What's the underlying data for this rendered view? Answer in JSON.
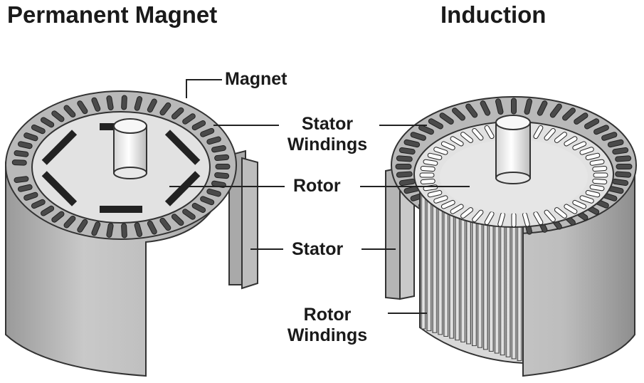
{
  "titles": {
    "permanent_magnet": "Permanent Magnet",
    "induction": "Induction"
  },
  "labels": {
    "magnet": "Magnet",
    "stator_windings_line1": "Stator",
    "stator_windings_line2": "Windings",
    "rotor": "Rotor",
    "stator": "Stator",
    "rotor_windings_line1": "Rotor",
    "rotor_windings_line2": "Windings"
  },
  "colors": {
    "stator_body": "#c8c8c8",
    "stator_dark": "#8c8c8c",
    "rotor_face": "#e2e2e2",
    "shaft": "#f4f4f4",
    "magnet_bar": "#222222",
    "slot": "#4a4a4a",
    "text": "#1a1a1a"
  },
  "diagram": {
    "pm_magnet_count": 6,
    "pm_stator_slots": 44,
    "induction_stator_slots": 48,
    "induction_rotor_slots": 44,
    "induction_rotor_bars": 18
  }
}
